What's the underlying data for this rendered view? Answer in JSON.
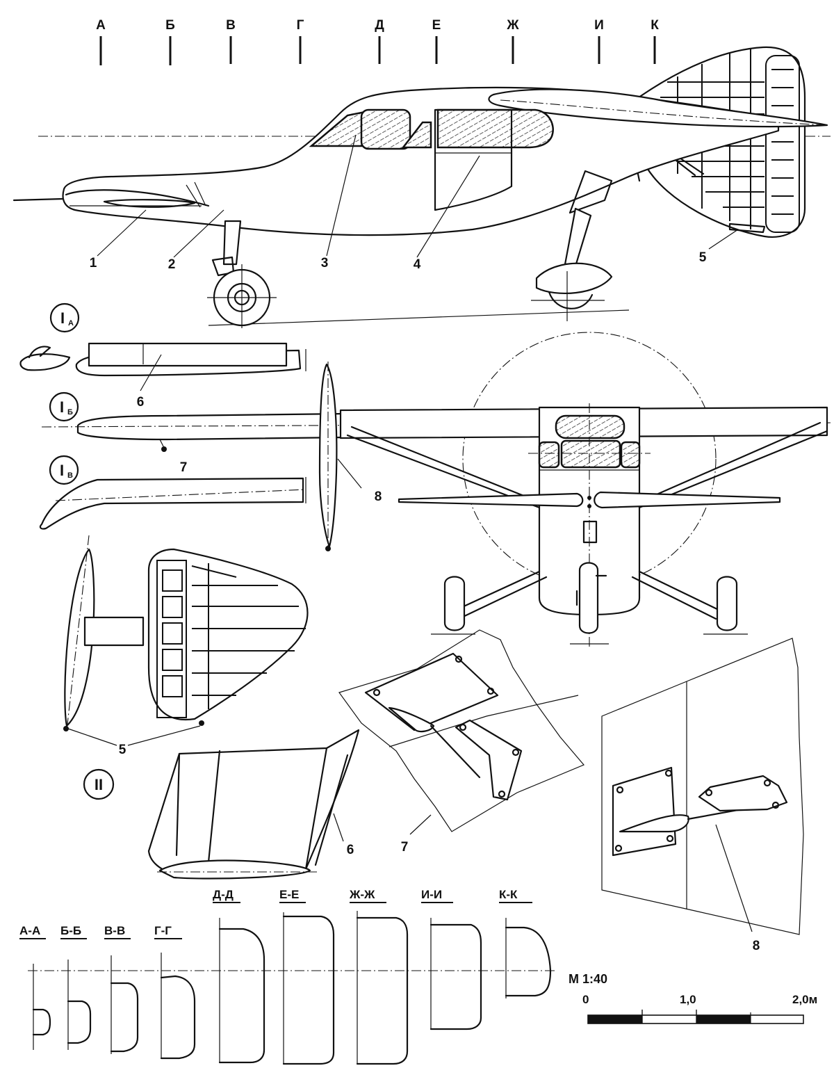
{
  "stations": [
    "А",
    "Б",
    "В",
    "Г",
    "Д",
    "Е",
    "Ж",
    "И",
    "К"
  ],
  "callouts": {
    "c1": "1",
    "c2": "2",
    "c3": "3",
    "c4": "4",
    "c5": "5",
    "c5b": "5",
    "c6": "6",
    "c6b": "6",
    "c7": "7",
    "c7b": "7",
    "c8": "8",
    "c8b": "8"
  },
  "variants": {
    "ia_roman": "I",
    "ia_sub": "А",
    "ib_roman": "I",
    "ib_sub": "Б",
    "iv_roman": "I",
    "iv_sub": "В",
    "ii_roman": "II"
  },
  "sections": [
    "А-А",
    "Б-Б",
    "В-В",
    "Г-Г",
    "Д-Д",
    "Е-Е",
    "Ж-Ж",
    "И-И",
    "К-К"
  ],
  "scale": {
    "title": "М 1:40",
    "ticks": [
      "0",
      "1,0",
      "2,0м"
    ]
  }
}
